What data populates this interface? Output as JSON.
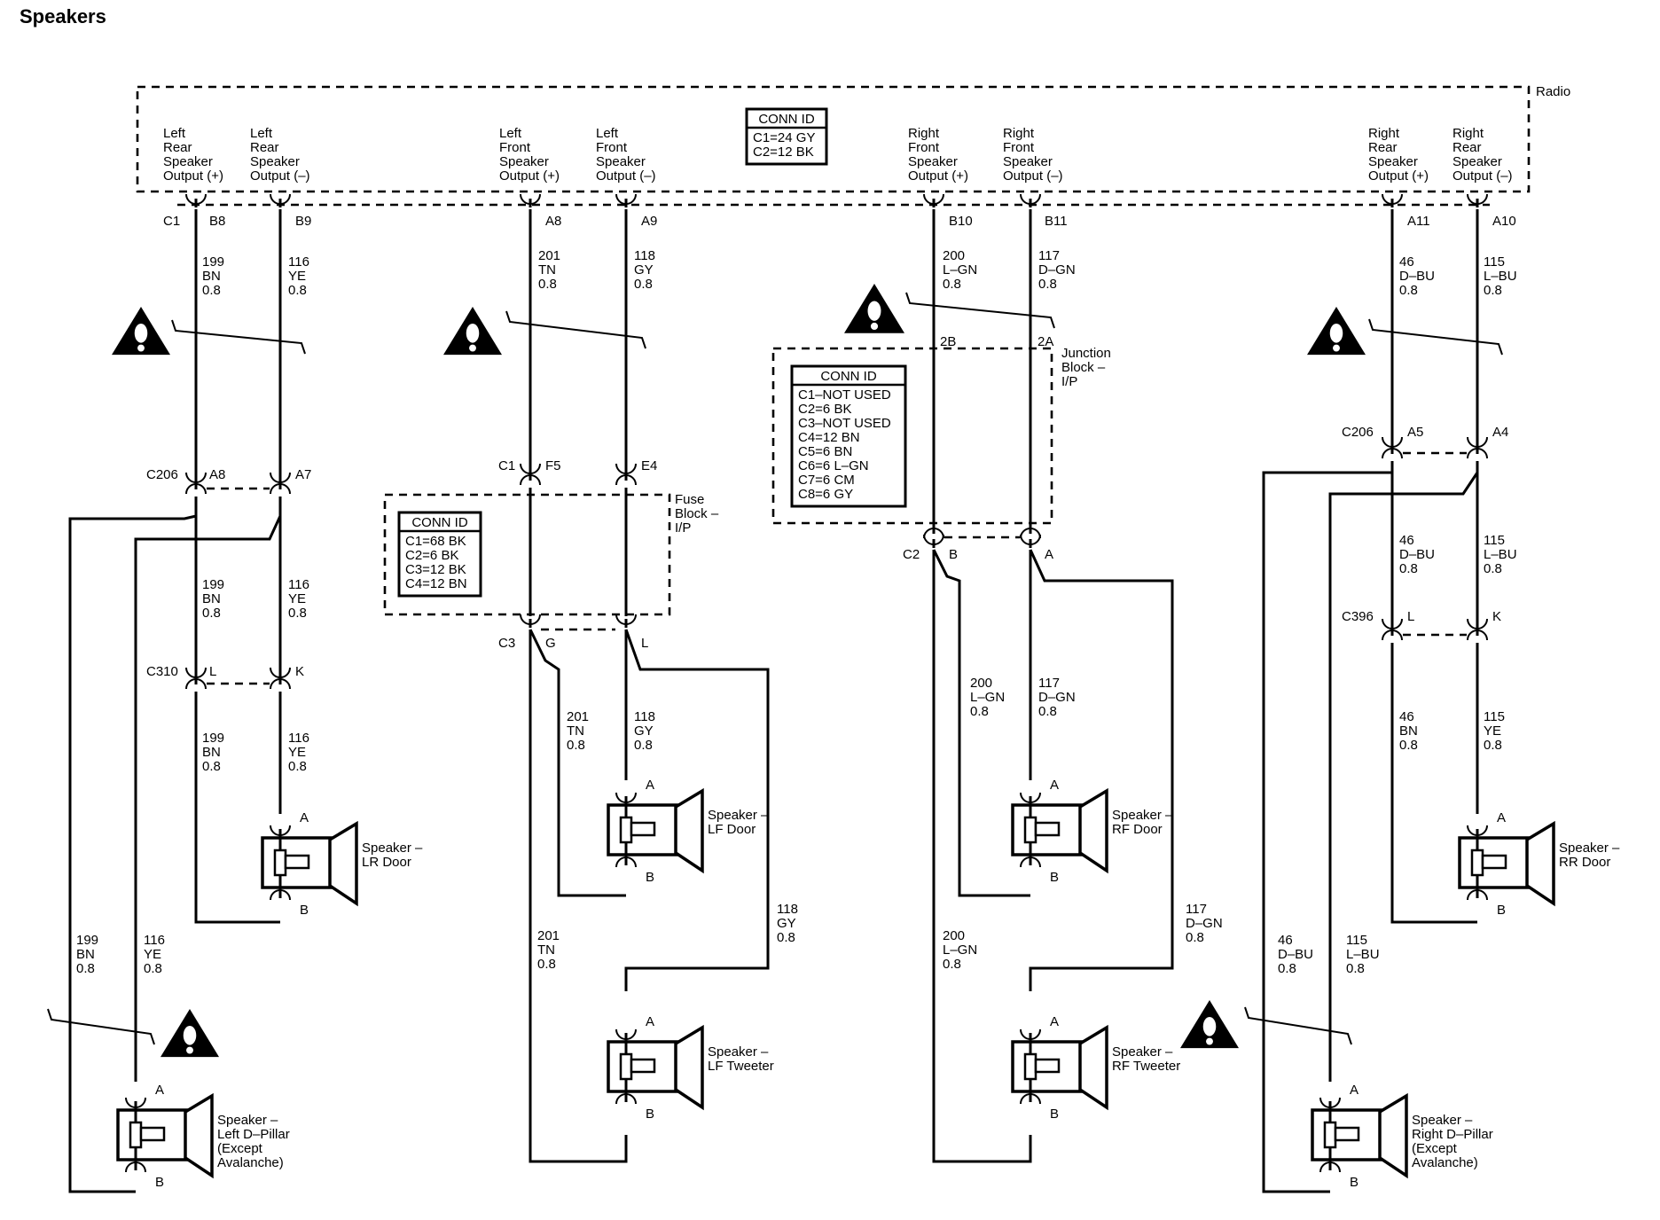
{
  "title": "Speakers",
  "radio_label": "Radio",
  "radio_conn": {
    "header": "CONN ID",
    "lines": [
      "C1=24 GY",
      "C2=12 BK"
    ]
  },
  "fuse_block": {
    "label": [
      "Fuse",
      "Block –",
      "I/P"
    ],
    "conn": {
      "header": "CONN ID",
      "lines": [
        "C1=68 BK",
        "C2=6 BK",
        "C3=12 BK",
        "C4=12 BN"
      ]
    }
  },
  "junction_block": {
    "label": [
      "Junction",
      "Block –",
      "I/P"
    ],
    "conn": {
      "header": "CONN ID",
      "lines": [
        "C1–NOT USED",
        "C2=6 BK",
        "C3–NOT USED",
        "C4=12 BN",
        "C5=6 BN",
        "C6=6 L–GN",
        "C7=6 CM",
        "C8=6 GY"
      ]
    }
  },
  "outputs": [
    {
      "id": "lr-pos",
      "lines": [
        "Left",
        "Rear",
        "Speaker",
        "Output (+)"
      ]
    },
    {
      "id": "lr-neg",
      "lines": [
        "Left",
        "Rear",
        "Speaker",
        "Output (–)"
      ]
    },
    {
      "id": "lf-pos",
      "lines": [
        "Left",
        "Front",
        "Speaker",
        "Output (+)"
      ]
    },
    {
      "id": "lf-neg",
      "lines": [
        "Left",
        "Front",
        "Speaker",
        "Output (–)"
      ]
    },
    {
      "id": "rf-pos",
      "lines": [
        "Right",
        "Front",
        "Speaker",
        "Output (+)"
      ]
    },
    {
      "id": "rf-neg",
      "lines": [
        "Right",
        "Front",
        "Speaker",
        "Output (–)"
      ]
    },
    {
      "id": "rr-pos",
      "lines": [
        "Right",
        "Rear",
        "Speaker",
        "Output (+)"
      ]
    },
    {
      "id": "rr-neg",
      "lines": [
        "Right",
        "Rear",
        "Speaker",
        "Output (–)"
      ]
    }
  ],
  "connector_labels": [
    {
      "id": "c1",
      "text": "C1"
    },
    {
      "id": "b8",
      "text": "B8"
    },
    {
      "id": "b9",
      "text": "B9"
    },
    {
      "id": "a8-radio",
      "text": "A8"
    },
    {
      "id": "a9-radio",
      "text": "A9"
    },
    {
      "id": "b10",
      "text": "B10"
    },
    {
      "id": "b11",
      "text": "B11"
    },
    {
      "id": "a11",
      "text": "A11"
    },
    {
      "id": "a10",
      "text": "A10"
    },
    {
      "id": "c206-left",
      "text": "C206"
    },
    {
      "id": "a8-c206",
      "text": "A8"
    },
    {
      "id": "a7",
      "text": "A7"
    },
    {
      "id": "c310",
      "text": "C310"
    },
    {
      "id": "l-c310",
      "text": "L"
    },
    {
      "id": "k-c310",
      "text": "K"
    },
    {
      "id": "c1-fuse",
      "text": "C1"
    },
    {
      "id": "f5",
      "text": "F5"
    },
    {
      "id": "e4",
      "text": "E4"
    },
    {
      "id": "c3-fuse",
      "text": "C3"
    },
    {
      "id": "g-fuse",
      "text": "G"
    },
    {
      "id": "l-fuse",
      "text": "L"
    },
    {
      "id": "2b",
      "text": "2B"
    },
    {
      "id": "2a",
      "text": "2A"
    },
    {
      "id": "c2-jb",
      "text": "C2"
    },
    {
      "id": "b-jb",
      "text": "B"
    },
    {
      "id": "a-jb",
      "text": "A"
    },
    {
      "id": "c206-right",
      "text": "C206"
    },
    {
      "id": "a5",
      "text": "A5"
    },
    {
      "id": "a4",
      "text": "A4"
    },
    {
      "id": "c396",
      "text": "C396"
    },
    {
      "id": "l-c396",
      "text": "L"
    },
    {
      "id": "k-c396",
      "text": "K"
    }
  ],
  "wires": [
    {
      "id": "w1",
      "lines": [
        "199",
        "BN",
        "0.8"
      ]
    },
    {
      "id": "w2",
      "lines": [
        "116",
        "YE",
        "0.8"
      ]
    },
    {
      "id": "w3",
      "lines": [
        "201",
        "TN",
        "0.8"
      ]
    },
    {
      "id": "w4",
      "lines": [
        "118",
        "GY",
        "0.8"
      ]
    },
    {
      "id": "w5",
      "lines": [
        "200",
        "L–GN",
        "0.8"
      ]
    },
    {
      "id": "w6",
      "lines": [
        "117",
        "D–GN",
        "0.8"
      ]
    },
    {
      "id": "w7",
      "lines": [
        "46",
        "D–BU",
        "0.8"
      ]
    },
    {
      "id": "w8",
      "lines": [
        "115",
        "L–BU",
        "0.8"
      ]
    },
    {
      "id": "w9",
      "lines": [
        "199",
        "BN",
        "0.8"
      ]
    },
    {
      "id": "w10",
      "lines": [
        "116",
        "YE",
        "0.8"
      ]
    },
    {
      "id": "w11",
      "lines": [
        "46",
        "D–BU",
        "0.8"
      ]
    },
    {
      "id": "w12",
      "lines": [
        "115",
        "L–BU",
        "0.8"
      ]
    },
    {
      "id": "w13",
      "lines": [
        "199",
        "BN",
        "0.8"
      ]
    },
    {
      "id": "w14",
      "lines": [
        "116",
        "YE",
        "0.8"
      ]
    },
    {
      "id": "w15",
      "lines": [
        "201",
        "TN",
        "0.8"
      ]
    },
    {
      "id": "w16",
      "lines": [
        "118",
        "GY",
        "0.8"
      ]
    },
    {
      "id": "w17",
      "lines": [
        "200",
        "L–GN",
        "0.8"
      ]
    },
    {
      "id": "w18",
      "lines": [
        "117",
        "D–GN",
        "0.8"
      ]
    },
    {
      "id": "w19",
      "lines": [
        "46",
        "BN",
        "0.8"
      ]
    },
    {
      "id": "w20",
      "lines": [
        "115",
        "YE",
        "0.8"
      ]
    },
    {
      "id": "w21",
      "lines": [
        "199",
        "BN",
        "0.8"
      ]
    },
    {
      "id": "w22",
      "lines": [
        "116",
        "YE",
        "0.8"
      ]
    },
    {
      "id": "w23",
      "lines": [
        "201",
        "TN",
        "0.8"
      ]
    },
    {
      "id": "w24",
      "lines": [
        "118",
        "GY",
        "0.8"
      ]
    },
    {
      "id": "w25",
      "lines": [
        "200",
        "L–GN",
        "0.8"
      ]
    },
    {
      "id": "w26",
      "lines": [
        "117",
        "D–GN",
        "0.8"
      ]
    },
    {
      "id": "w27",
      "lines": [
        "46",
        "D–BU",
        "0.8"
      ]
    },
    {
      "id": "w28",
      "lines": [
        "115",
        "L–BU",
        "0.8"
      ]
    }
  ],
  "speakers": [
    {
      "id": "lr-door",
      "lines": [
        "Speaker –",
        "LR Door"
      ]
    },
    {
      "id": "lf-door",
      "lines": [
        "Speaker –",
        "LF Door"
      ]
    },
    {
      "id": "rf-door",
      "lines": [
        "Speaker –",
        "RF Door"
      ]
    },
    {
      "id": "rr-door",
      "lines": [
        "Speaker –",
        "RR Door"
      ]
    },
    {
      "id": "lf-tweeter",
      "lines": [
        "Speaker –",
        "LF Tweeter"
      ]
    },
    {
      "id": "rf-tweeter",
      "lines": [
        "Speaker –",
        "RF Tweeter"
      ]
    },
    {
      "id": "left-d-pillar",
      "lines": [
        "Speaker –",
        "Left D–Pillar",
        "(Except",
        "Avalanche)"
      ]
    },
    {
      "id": "right-d-pillar",
      "lines": [
        "Speaker –",
        "Right D–Pillar",
        "(Except",
        "Avalanche)"
      ]
    }
  ],
  "pin_a": "A",
  "pin_b": "B",
  "icons": [
    "warning-icon",
    "speaker-icon"
  ]
}
